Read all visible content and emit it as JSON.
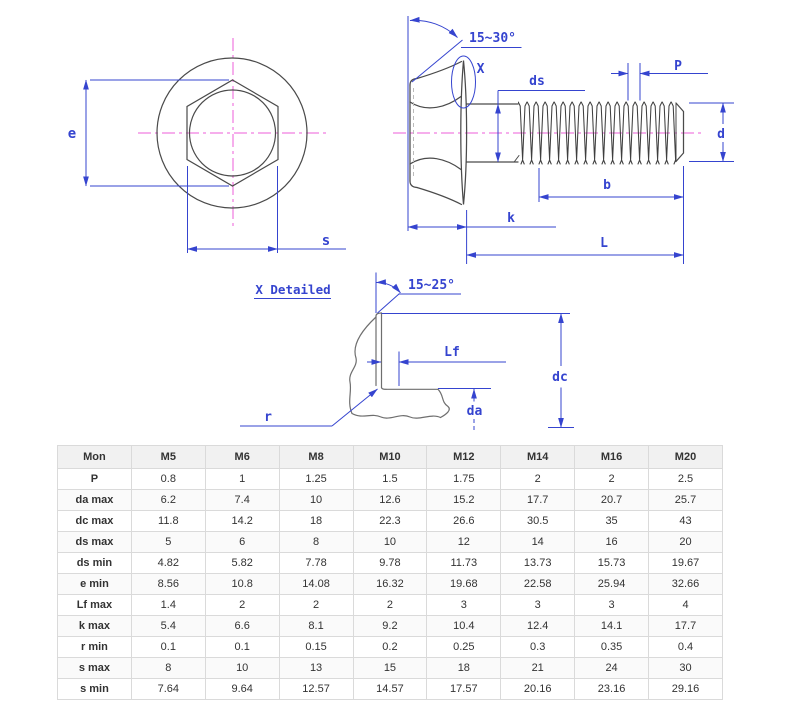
{
  "drawing": {
    "labels": {
      "e": "e",
      "s": "s",
      "angle_head": "15~30°",
      "x_ref": "X",
      "ds": "ds",
      "p": "P",
      "d": "d",
      "b": "b",
      "k": "k",
      "l": "L",
      "detail_title": "X Detailed",
      "angle_detail": "15~25°",
      "lf": "Lf",
      "dc": "dc",
      "da": "da",
      "r": "r"
    },
    "colors": {
      "dimension_blue": "#3544cf",
      "centerline_pink": "#ee5ed8",
      "outline_gray": "#4a4a4a"
    }
  },
  "table": {
    "header": [
      "Mon",
      "M5",
      "M6",
      "M8",
      "M10",
      "M12",
      "M14",
      "M16",
      "M20"
    ],
    "rows": [
      [
        "P",
        "0.8",
        "1",
        "1.25",
        "1.5",
        "1.75",
        "2",
        "2",
        "2.5"
      ],
      [
        "da max",
        "6.2",
        "7.4",
        "10",
        "12.6",
        "15.2",
        "17.7",
        "20.7",
        "25.7"
      ],
      [
        "dc max",
        "11.8",
        "14.2",
        "18",
        "22.3",
        "26.6",
        "30.5",
        "35",
        "43"
      ],
      [
        "ds max",
        "5",
        "6",
        "8",
        "10",
        "12",
        "14",
        "16",
        "20"
      ],
      [
        "ds min",
        "4.82",
        "5.82",
        "7.78",
        "9.78",
        "11.73",
        "13.73",
        "15.73",
        "19.67"
      ],
      [
        "e min",
        "8.56",
        "10.8",
        "14.08",
        "16.32",
        "19.68",
        "22.58",
        "25.94",
        "32.66"
      ],
      [
        "Lf max",
        "1.4",
        "2",
        "2",
        "2",
        "3",
        "3",
        "3",
        "4"
      ],
      [
        "k max",
        "5.4",
        "6.6",
        "8.1",
        "9.2",
        "10.4",
        "12.4",
        "14.1",
        "17.7"
      ],
      [
        "r min",
        "0.1",
        "0.1",
        "0.15",
        "0.2",
        "0.25",
        "0.3",
        "0.35",
        "0.4"
      ],
      [
        "s max",
        "8",
        "10",
        "13",
        "15",
        "18",
        "21",
        "24",
        "30"
      ],
      [
        "s min",
        "7.64",
        "9.64",
        "12.57",
        "14.57",
        "17.57",
        "20.16",
        "23.16",
        "29.16"
      ]
    ]
  }
}
